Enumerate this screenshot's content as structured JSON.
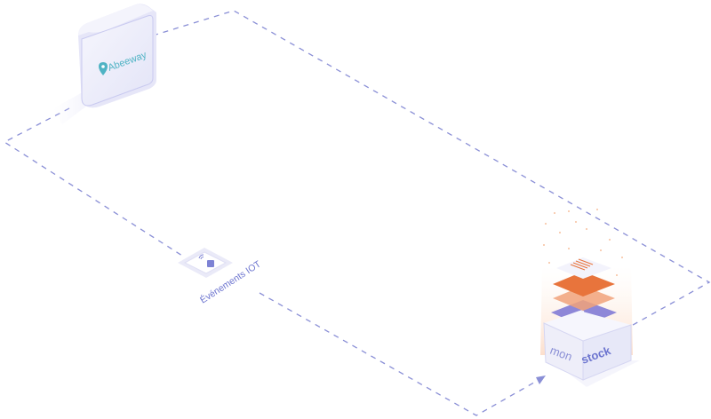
{
  "diagram": {
    "nodes": {
      "gateway": {
        "brand_label": "Abeeway",
        "icon": "location-pin-icon"
      },
      "iot_events": {
        "label": "Événements IOT",
        "icon": "wireless-sensor-icon"
      },
      "mon_stock": {
        "label_left": "mon",
        "label_right": "stock",
        "icon": "question-mark-icon"
      }
    },
    "layers": [
      {
        "name": "document-layer",
        "icon": "document-lines-icon"
      },
      {
        "name": "puzzle-layer-orange"
      },
      {
        "name": "puzzle-layer-peach"
      },
      {
        "name": "puzzle-layer-purple"
      }
    ],
    "connectors": [
      {
        "from": "gateway",
        "to": "iot_events",
        "style": "dashed"
      },
      {
        "from": "iot_events",
        "to": "mon_stock",
        "style": "dashed",
        "arrow": true
      },
      {
        "from": "gateway",
        "to": "mon_stock",
        "style": "dashed"
      }
    ],
    "colors": {
      "dash": "#8a8fd6",
      "box_light": "#f1f1fb",
      "box_side": "#dcdcf3",
      "accent_teal": "#4fb3c4",
      "label_blue": "#6c74cf",
      "orange": "#e8743c",
      "peach": "#f1a27a",
      "purple": "#8e87d8",
      "particles": "#f08a4b"
    }
  }
}
